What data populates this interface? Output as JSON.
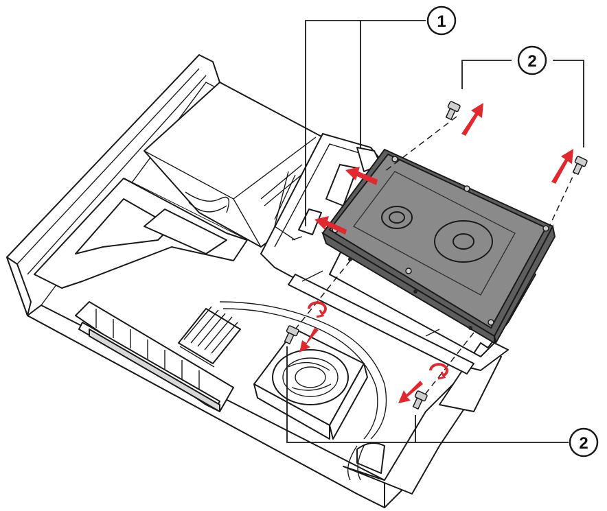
{
  "callouts": [
    {
      "id": "callout-1",
      "label": "1"
    },
    {
      "id": "callout-2-top",
      "label": "2"
    },
    {
      "id": "callout-2-bottom",
      "label": "2"
    }
  ],
  "colors": {
    "arrow": "#e0282e",
    "drive_body": "#8a8a8a",
    "line": "#1a1a1a",
    "background": "#ffffff"
  },
  "icons": [
    "push-arrow-icon",
    "rotate-arrow-icon",
    "screw-icon"
  ]
}
